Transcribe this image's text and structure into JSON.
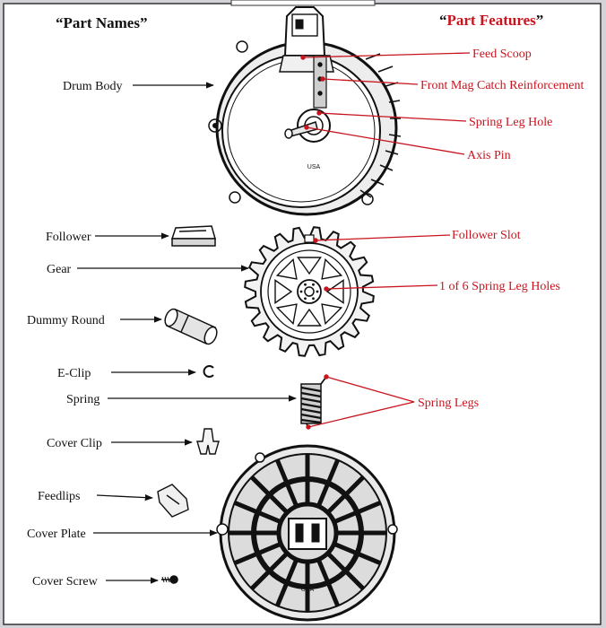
{
  "headings": {
    "names_open": "“",
    "names": "Part Names",
    "names_close": "”",
    "features_open": "“",
    "features": "Part Features",
    "features_close": "”"
  },
  "part_names": {
    "drum_body": "Drum Body",
    "follower": "Follower",
    "gear": "Gear",
    "dummy_round": "Dummy Round",
    "e_clip": "E-Clip",
    "spring": "Spring",
    "cover_clip": "Cover Clip",
    "feedlips": "Feedlips",
    "cover_plate": "Cover Plate",
    "cover_screw": "Cover Screw"
  },
  "part_features": {
    "feed_scoop": "Feed Scoop",
    "front_mag_catch": "Front Mag Catch Reinforcement",
    "spring_leg_hole": "Spring Leg Hole",
    "axis_pin": "Axis Pin",
    "follower_slot": "Follower Slot",
    "spring_leg_holes": "1 of 6 Spring Leg Holes",
    "spring_legs": "Spring Legs"
  },
  "stamps": {
    "drum_usa": "USA",
    "cover_usa": "USA"
  },
  "colors": {
    "background": "#d4d4d8",
    "ink": "#111111",
    "feature_red": "#c8141e"
  }
}
